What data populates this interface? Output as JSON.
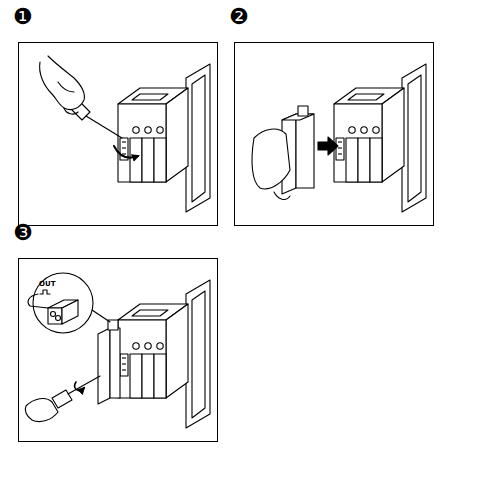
{
  "diagram": {
    "nodes": [
      {
        "text": [
          "❶"
        ]
      },
      {
        "text": [
          "❷"
        ]
      },
      {
        "text": [
          "❸"
        ]
      }
    ],
    "labels": [
      "OUT"
    ]
  }
}
